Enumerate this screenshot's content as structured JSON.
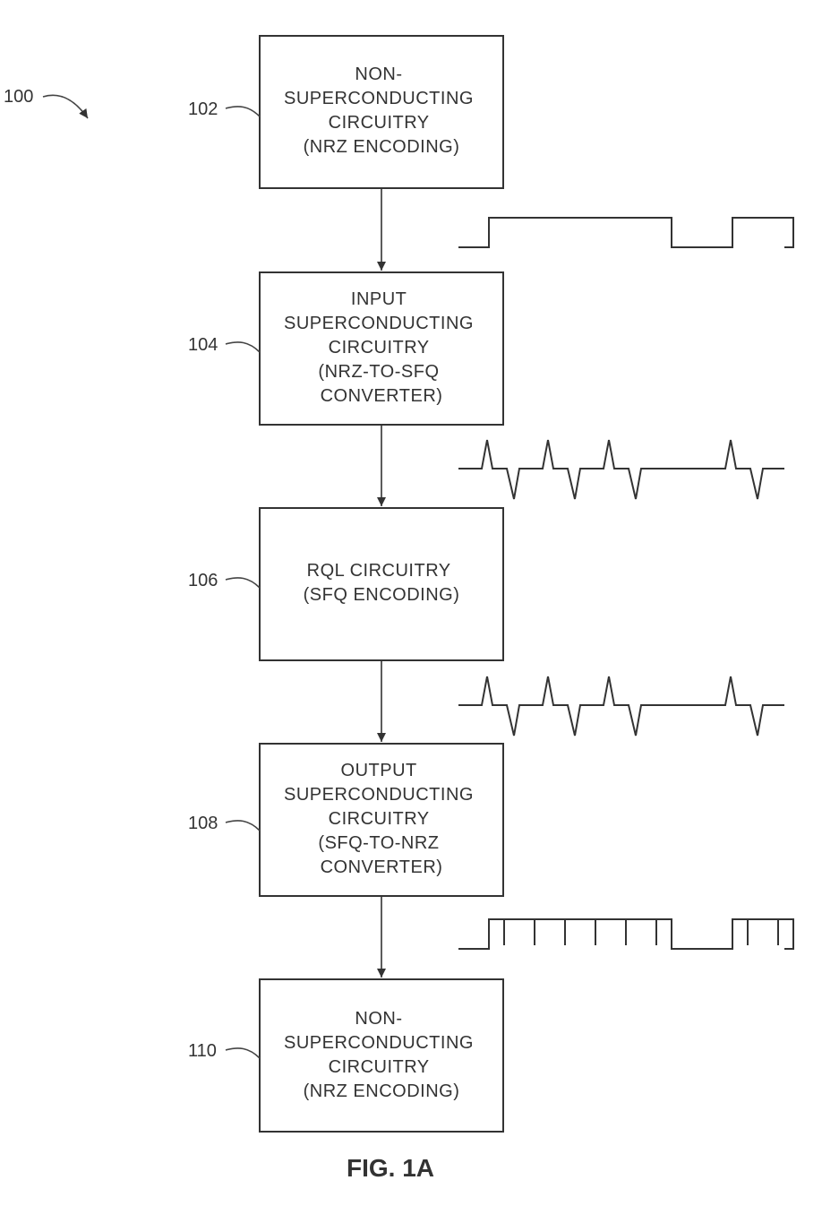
{
  "figure": {
    "ref": "100",
    "caption": "FIG. 1A"
  },
  "blocks": [
    {
      "ref": "102",
      "lines": [
        "NON-",
        "SUPERCONDUCTING",
        "CIRCUITRY",
        "(NRZ ENCODING)"
      ]
    },
    {
      "ref": "104",
      "lines": [
        "INPUT",
        "SUPERCONDUCTING",
        "CIRCUITRY",
        "(NRZ-TO-SFQ",
        "CONVERTER)"
      ]
    },
    {
      "ref": "106",
      "lines": [
        "RQL CIRCUITRY",
        "(SFQ ENCODING)"
      ]
    },
    {
      "ref": "108",
      "lines": [
        "OUTPUT",
        "SUPERCONDUCTING",
        "CIRCUITRY",
        "(SFQ-TO-NRZ",
        "CONVERTER)"
      ]
    },
    {
      "ref": "110",
      "lines": [
        "NON-",
        "SUPERCONDUCTING",
        "CIRCUITRY",
        "(NRZ ENCODING)"
      ]
    }
  ],
  "waveforms": [
    {
      "between": [
        "102",
        "104"
      ],
      "type": "nrz",
      "bits": [
        1,
        1,
        1,
        0,
        1
      ]
    },
    {
      "between": [
        "104",
        "106"
      ],
      "type": "sfq",
      "bits": [
        1,
        1,
        1,
        0,
        1
      ]
    },
    {
      "between": [
        "106",
        "108"
      ],
      "type": "sfq",
      "bits": [
        1,
        1,
        1,
        0,
        1
      ]
    },
    {
      "between": [
        "108",
        "110"
      ],
      "type": "nrz-sampled",
      "bits": [
        1,
        1,
        1,
        0,
        1
      ]
    }
  ]
}
